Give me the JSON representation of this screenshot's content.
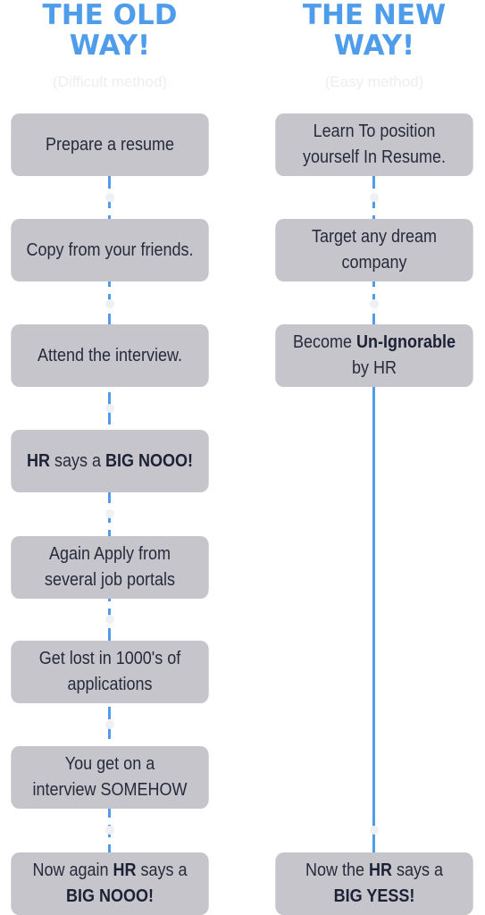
{
  "colors": {
    "accent": "#4f9dea",
    "box": "#c6c5cb",
    "text": "#262b3b",
    "subtitle": "#eceef2",
    "dot": "#eef0f3"
  },
  "left": {
    "title": "THE OLD\nWAY!",
    "subtitle": "(Difficult method)",
    "steps": [
      {
        "parts": [
          {
            "text": "Prepare a resume",
            "bold": false
          }
        ]
      },
      {
        "parts": [
          {
            "text": "Copy from your friends.",
            "bold": false
          }
        ]
      },
      {
        "parts": [
          {
            "text": "Attend the interview.",
            "bold": false
          }
        ]
      },
      {
        "parts": [
          {
            "text": "HR",
            "bold": true
          },
          {
            "text": " says a ",
            "bold": false
          },
          {
            "text": "BIG NOOO!",
            "bold": true
          }
        ]
      },
      {
        "parts": [
          {
            "text": "Again Apply from",
            "bold": false
          },
          {
            "text": "\n",
            "bold": false
          },
          {
            "text": "several job portals",
            "bold": false
          }
        ]
      },
      {
        "parts": [
          {
            "text": "Get lost in 1000's of",
            "bold": false
          },
          {
            "text": "\n",
            "bold": false
          },
          {
            "text": "applications",
            "bold": false
          }
        ]
      },
      {
        "parts": [
          {
            "text": "You get on a",
            "bold": false
          },
          {
            "text": "\n",
            "bold": false
          },
          {
            "text": "interview SOMEHOW",
            "bold": false
          }
        ]
      },
      {
        "parts": [
          {
            "text": "Now again ",
            "bold": false
          },
          {
            "text": "HR",
            "bold": true
          },
          {
            "text": " says a",
            "bold": false
          },
          {
            "text": "\n",
            "bold": false
          },
          {
            "text": "BIG NOOO!",
            "bold": true
          }
        ]
      }
    ]
  },
  "right": {
    "title": "THE NEW\nWAY!",
    "subtitle": "(Easy method)",
    "steps": [
      {
        "parts": [
          {
            "text": "Learn To position",
            "bold": false
          },
          {
            "text": "\n",
            "bold": false
          },
          {
            "text": "yourself In Resume.",
            "bold": false
          }
        ]
      },
      {
        "parts": [
          {
            "text": "Target any dream",
            "bold": false
          },
          {
            "text": "\n",
            "bold": false
          },
          {
            "text": "company",
            "bold": false
          }
        ]
      },
      {
        "parts": [
          {
            "text": "Become ",
            "bold": false
          },
          {
            "text": "Un-Ignorable",
            "bold": true
          },
          {
            "text": "\n",
            "bold": false
          },
          {
            "text": "by HR",
            "bold": false
          }
        ]
      },
      {
        "parts": [
          {
            "text": "Now the ",
            "bold": false
          },
          {
            "text": "HR",
            "bold": true
          },
          {
            "text": " says a",
            "bold": false
          },
          {
            "text": "\n",
            "bold": false
          },
          {
            "text": "BIG YESS!",
            "bold": true
          }
        ]
      }
    ]
  }
}
